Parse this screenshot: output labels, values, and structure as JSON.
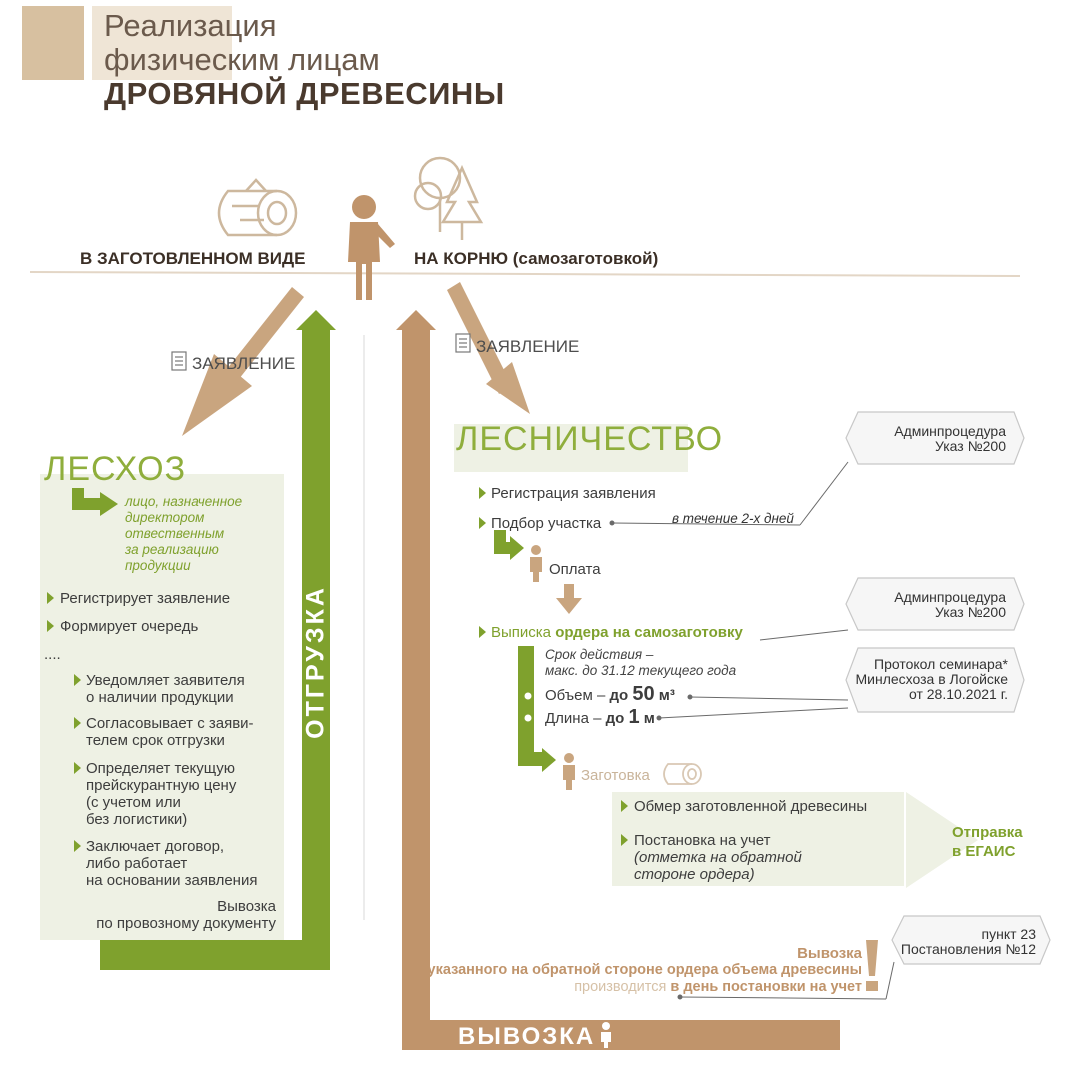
{
  "title": {
    "line1": "Реализация",
    "line2": "физическим лицам",
    "line3": "ДРОВЯНОЙ ДРЕВЕСИНЫ"
  },
  "branches": {
    "left": "В ЗАГОТОВЛЕННОМ ВИДЕ",
    "right": "НА КОРНЮ (самозаготовкой)"
  },
  "zayavlenie": "ЗАЯВЛЕНИЕ",
  "leshoz": {
    "title": "ЛЕСХОЗ",
    "responsible": [
      "лицо, назначенное",
      "директором",
      "отвественным",
      "за реализацию",
      "продукции"
    ],
    "step1": "Регистрирует заявление",
    "step2": "Формирует очередь",
    "ellipsis": "....",
    "sub1": [
      "Уведомляет заявителя",
      "о наличии продукции"
    ],
    "sub2": [
      "Согласовывает с заяви-",
      "телем срок отгрузки"
    ],
    "sub3": [
      "Определяет текущую",
      "прейскурантную цену",
      "(с учетом или",
      "без логистики)"
    ],
    "sub4": [
      "Заключает договор,",
      "либо работает",
      "на основании заявления"
    ],
    "vyvozka": [
      "Вывозка",
      "по провозному документу"
    ]
  },
  "otgruzka": "ОТГРУЗКА",
  "lesnichestvo": {
    "title": "ЛЕСНИЧЕСТВО",
    "reg": "Регистрация заявления",
    "podbor": "Подбор участка",
    "term": "в течение 2-х дней",
    "oplata": "Оплата",
    "vypiska_a": "Выписка ",
    "vypiska_b": "ордера на самозаготовку",
    "srok": [
      "Срок действия –",
      "макс. до 31.12 текущего года"
    ],
    "obem_a": "Объем – ",
    "obem_b": "до ",
    "obem_c": "50",
    "obem_d": " м³",
    "dlina_a": "Длина – ",
    "dlina_b": "до ",
    "dlina_c": "1",
    "dlina_d": " м",
    "zagotovka": "Заготовка",
    "obmer": "Обмер заготовленной древесины",
    "post_a": "Постановка на учет",
    "post_b": [
      "(отметка на обратной",
      "стороне ордера)"
    ],
    "otpravka": [
      "Отправка",
      "в ЕГАИС"
    ]
  },
  "boxes": {
    "box1": [
      "Админпроцедура",
      "Указ №200"
    ],
    "box2": [
      "Админпроцедура",
      "Указ  №200"
    ],
    "box3": [
      "Протокол семинара*",
      "Минлесхоза в Логойске",
      "от  28.10.2021 г."
    ],
    "box4": [
      "пункт 23",
      "Постановления №12"
    ]
  },
  "note": {
    "l1": "Вывозка",
    "l2": "указанного на обратной стороне ордера объема древесины",
    "l3a": "производится ",
    "l3b": "в день постановки на учет"
  },
  "vyvozka_bar": "ВЫВОЗКА",
  "colors": {
    "tan": "#c0946b",
    "green": "#7fa12d",
    "panel": "#eef1e4",
    "accent_box": "#d8c3a5"
  }
}
